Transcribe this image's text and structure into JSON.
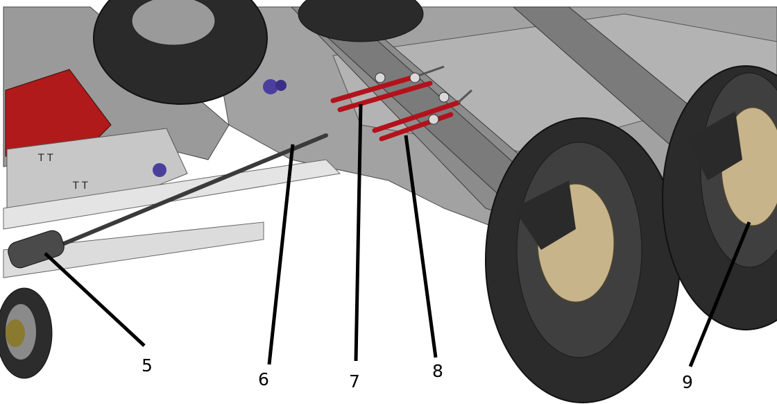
{
  "diagram": {
    "callouts": [
      {
        "id": "5",
        "label": "5"
      },
      {
        "id": "6",
        "label": "6"
      },
      {
        "id": "7",
        "label": "7"
      },
      {
        "id": "8",
        "label": "8"
      },
      {
        "id": "9",
        "label": "9"
      }
    ]
  },
  "colors": {
    "frame_grey": "#8f8f8f",
    "frame_dark": "#5e5e5e",
    "deck_grey": "#a9a9a9",
    "tyre": "#2b2b2b",
    "hub_tan": "#c8b48a",
    "brake_red": "#b3121b",
    "bracket_purple": "#4b3f9e"
  }
}
